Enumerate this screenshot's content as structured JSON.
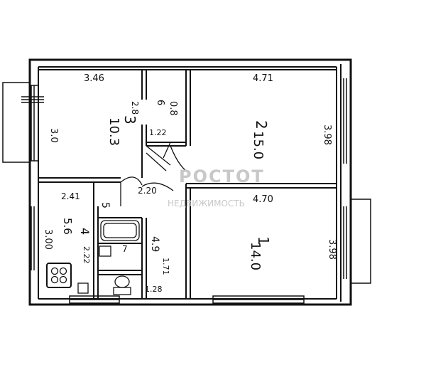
{
  "rooms": {
    "room_1": {
      "number": "1",
      "area": "14.0",
      "width": "4.70",
      "depth": "3.98"
    },
    "room_2": {
      "number": "2",
      "area": "15.0",
      "width": "4.71",
      "depth": "3.98"
    },
    "room_3": {
      "number": "3",
      "area": "10.3",
      "width": "3.46",
      "depth": "3.0",
      "side": "2.8"
    },
    "kitchen": {
      "number": "4",
      "area": "5.6",
      "width": "2.41",
      "depth": "3.00",
      "side": "2.22"
    },
    "hall": {
      "number": "5",
      "area": "4.9",
      "side": "1.71",
      "door": "2.20"
    },
    "closet": {
      "number": "6",
      "area": "0.8",
      "side": "1.22"
    },
    "bath": {
      "number": "7",
      "side": "1.28"
    }
  },
  "watermark": {
    "title": "РОСТОТ",
    "subtitle": "НЕДВИЖИМОСТЬ"
  },
  "colors": {
    "ink": "#111111",
    "paper": "#ffffff",
    "watermark": "#c8c8c8"
  }
}
